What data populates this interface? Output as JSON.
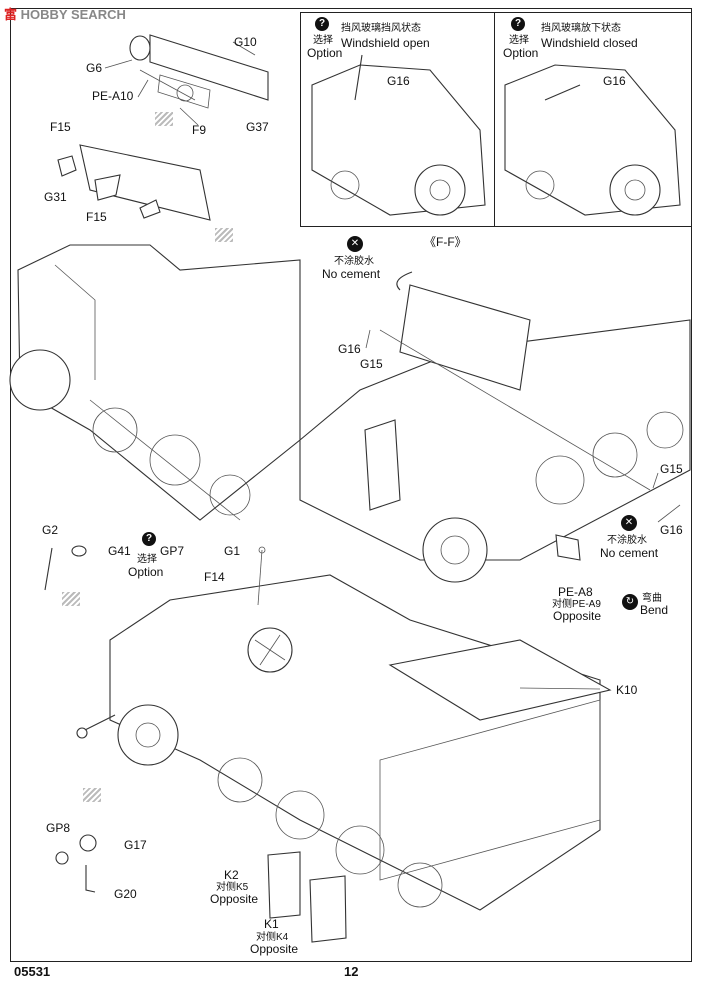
{
  "watermark": {
    "prefix": "富",
    "text": "HOBBY SEARCH"
  },
  "step_badge": "",
  "labels": {
    "g10": "G10",
    "g6": "G6",
    "pe_a10": "PE-A10",
    "f9": "F9",
    "g37": "G37",
    "f15_top": "F15",
    "g31": "G31",
    "f15_bottom": "F15",
    "g2": "G2",
    "g41": "G41",
    "gp7": "GP7",
    "g1": "G1",
    "f14": "F14",
    "gp8": "GP8",
    "g17": "G17",
    "g20": "G20",
    "k10": "K10",
    "k2": "K2",
    "k1": "K1",
    "pe_a8": "PE-A8",
    "g16_mid": "G16",
    "g15_mid": "G15",
    "g15_right": "G15",
    "g16_right": "G16",
    "ff": "《F-F》",
    "opposite_k5_cn": "对侧K5",
    "opposite_k5_en": "Opposite",
    "opposite_k4_cn": "对侧K4",
    "opposite_k4_en": "Opposite",
    "opposite_pea9_cn": "对侧PE-A9",
    "opposite_pea9_en": "Opposite",
    "option_gp7_cn": "选择",
    "option_gp7_en": "Option",
    "no_cement_top_cn": "不涂胶水",
    "no_cement_top_en": "No cement",
    "no_cement_right_cn": "不涂胶水",
    "no_cement_right_en": "No cement",
    "bend_cn": "弯曲",
    "bend_en": "Bend"
  },
  "insets": [
    {
      "option_cn": "选择",
      "option_en": "Option",
      "title_cn": "挡风玻璃挡风状态",
      "title_en": "Windshield open",
      "part": "G16"
    },
    {
      "option_cn": "选择",
      "option_en": "Option",
      "title_cn": "挡风玻璃放下状态",
      "title_en": "Windshield closed",
      "part": "G16"
    }
  ],
  "footer": {
    "kit_number": "05531",
    "page_number": "12"
  }
}
